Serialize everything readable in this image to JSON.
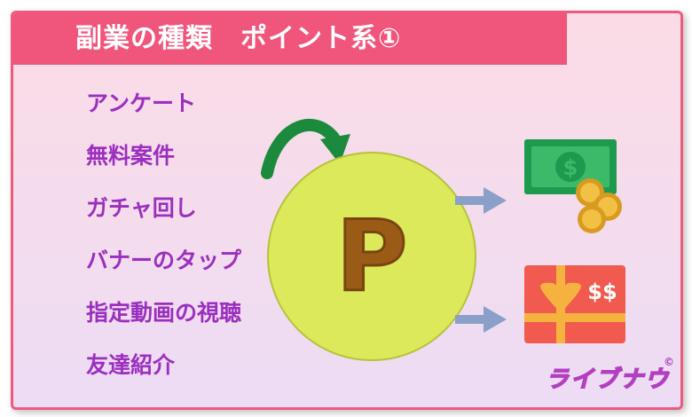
{
  "header": {
    "title": "副業の種類　ポイント系①"
  },
  "items": [
    {
      "label": "アンケート"
    },
    {
      "label": "無料案件"
    },
    {
      "label": "ガチャ回し"
    },
    {
      "label": "バナーのタップ"
    },
    {
      "label": "指定動画の視聴"
    },
    {
      "label": "友達紹介"
    }
  ],
  "coin": {
    "letter": "P"
  },
  "icons": {
    "curved_arrow": "curved-arrow-icon",
    "right_arrow": "right-arrow-icon",
    "money": "banknote-and-coins-icon",
    "gift": "gift-card-icon"
  },
  "gift_card": {
    "label": "$$"
  },
  "money": {
    "symbol": "$"
  },
  "logo": {
    "text": "ライブナウ",
    "mark": "©"
  },
  "colors": {
    "header": "#f0557c",
    "text": "#9b2fbf",
    "coin": "#dbe95a",
    "coin_letter": "#9a5b16",
    "arrow": "#8aa0c8",
    "curve_arrow": "#1c8a3c"
  }
}
